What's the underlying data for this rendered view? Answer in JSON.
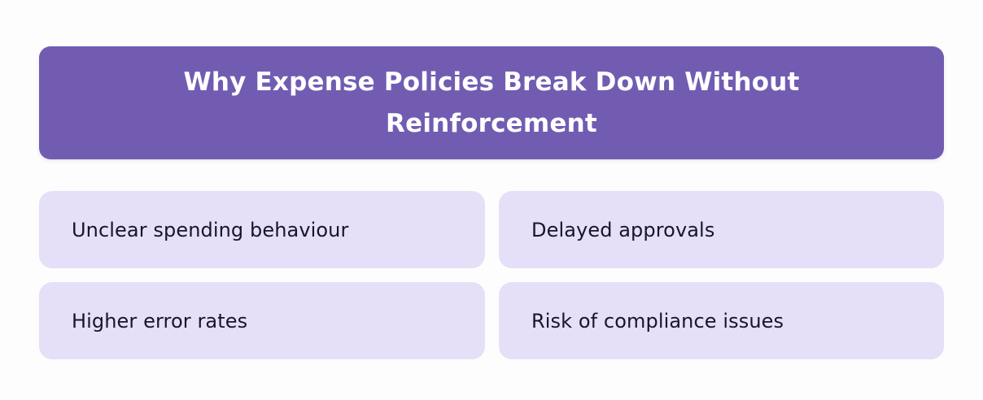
{
  "header": {
    "title": "Why Expense Policies Break Down Without Reinforcement"
  },
  "cards": [
    {
      "label": "Unclear spending behaviour"
    },
    {
      "label": "Delayed approvals"
    },
    {
      "label": "Higher error rates"
    },
    {
      "label": "Risk of compliance issues"
    }
  ],
  "colors": {
    "banner_bg": "#715CB2",
    "banner_text": "#FFFFFF",
    "card_bg": "#E5DFF8",
    "card_text": "#17152C",
    "page_bg": "#FDFDFE"
  }
}
